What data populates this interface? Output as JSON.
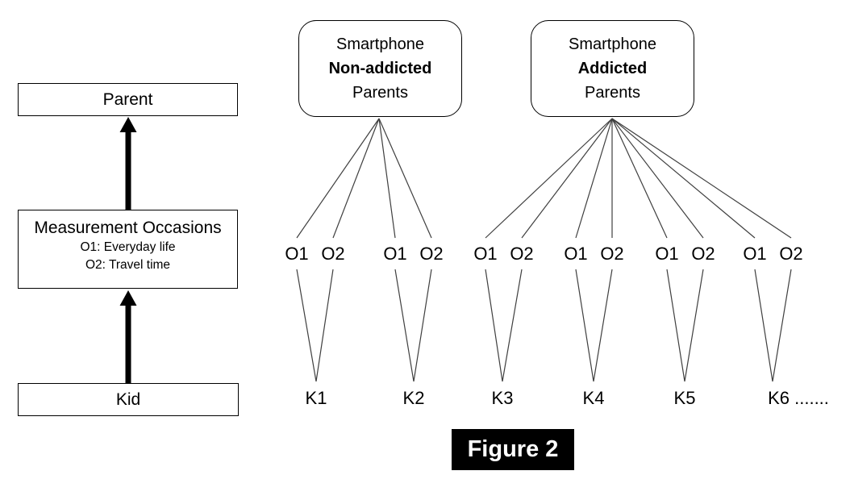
{
  "caption": {
    "text": "Figure 2",
    "bg_color": "#000000",
    "text_color": "#ffffff"
  },
  "left_flow": {
    "parent_label": "Parent",
    "measurement_title": "Measurement Occasions",
    "measurement_items": [
      "O1: Everyday life",
      "O2: Travel time"
    ],
    "kid_label": "Kid"
  },
  "groups": [
    {
      "line1": "Smartphone",
      "line2": "Non-addicted",
      "line3": "Parents"
    },
    {
      "line1": "Smartphone",
      "line2": "Addicted",
      "line3": "Parents"
    }
  ],
  "occasion_labels": [
    "O1",
    "O2",
    "O1",
    "O2",
    "O1",
    "O2",
    "O1",
    "O2",
    "O1",
    "O2",
    "O1",
    "O2"
  ],
  "kid_labels": [
    "K1",
    "K2",
    "K3",
    "K4",
    "K5",
    "K6 ......."
  ],
  "colors": {
    "border": "#000000",
    "text": "#000000",
    "connector_line": "#3f3f3f",
    "arrow": "#000000",
    "background": "#ffffff"
  }
}
